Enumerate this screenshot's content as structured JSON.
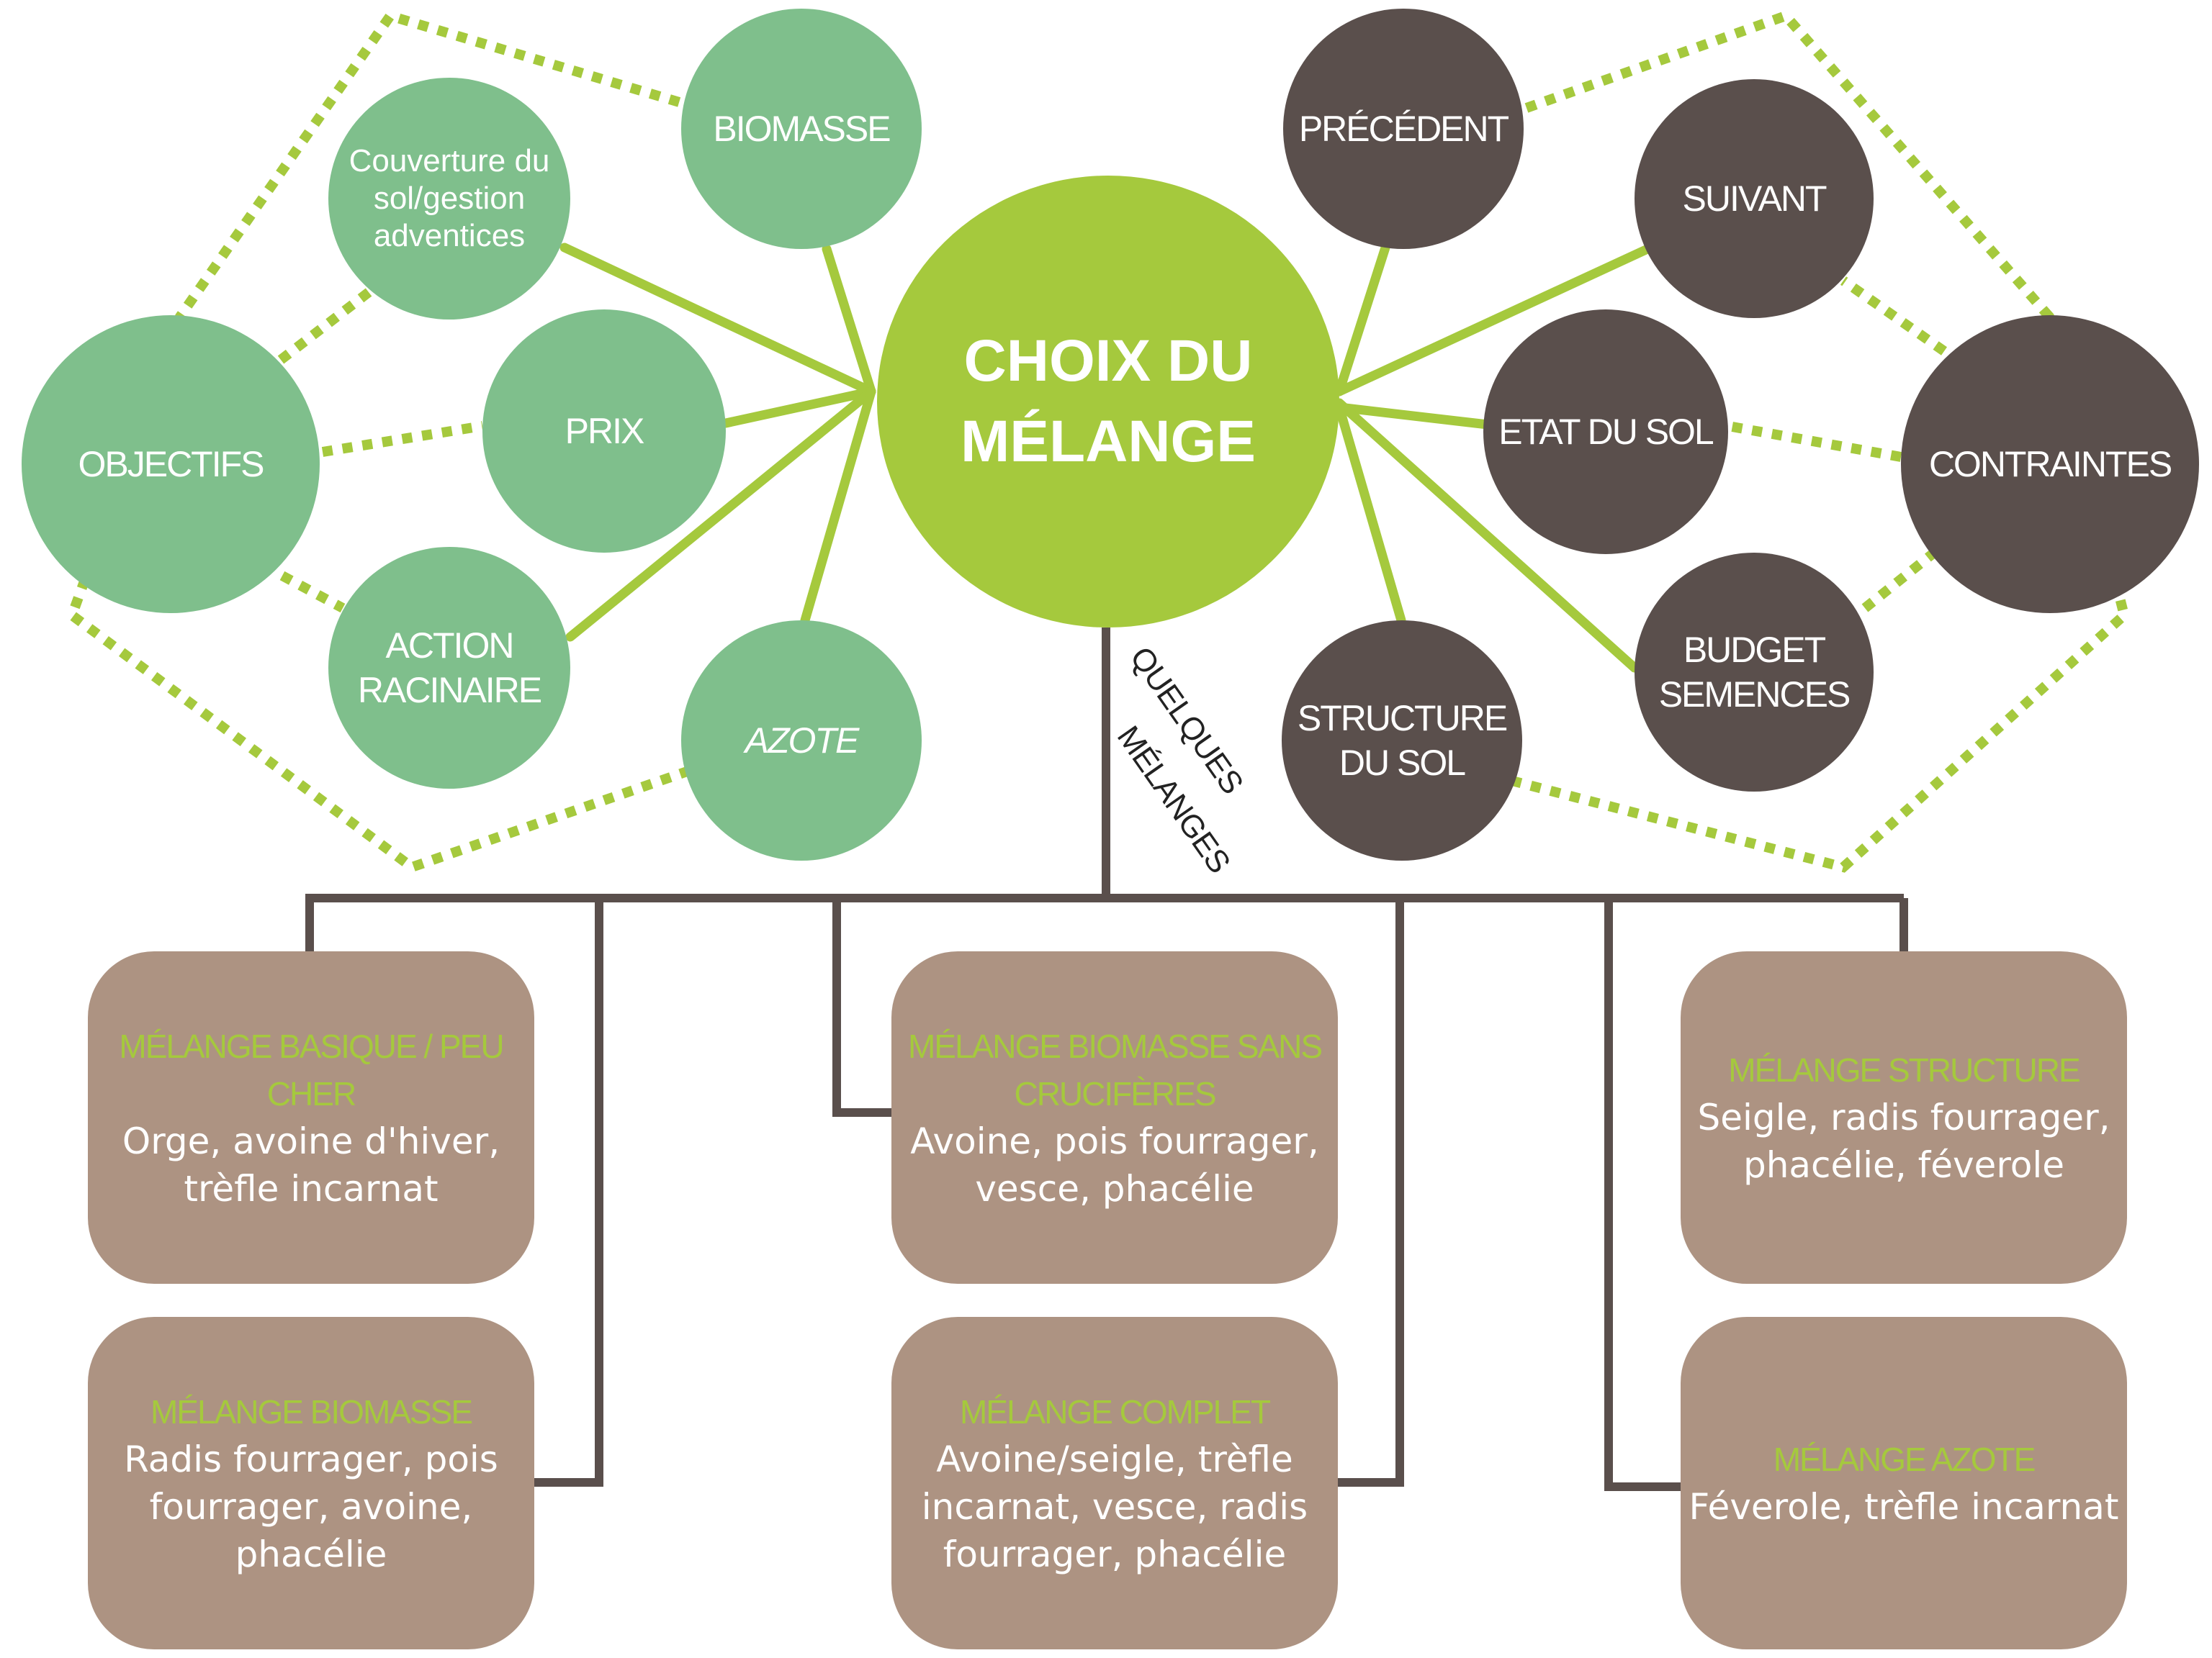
{
  "center": {
    "line1": "CHOIX DU",
    "line2": "MÉLANGE"
  },
  "objectives": {
    "hub": "OBJECTIFS",
    "items": {
      "biomasse": "BIOMASSE",
      "couverture": "Couverture du sol/gestion adventices",
      "prix": "PRIX",
      "action_racinaire": "ACTION RACINAIRE",
      "azote": "AZOTE"
    }
  },
  "constraints": {
    "hub": "CONTRAINTES",
    "items": {
      "precedent": "PRÉCÉDENT",
      "suivant": "SUIVANT",
      "etat_du_sol": "ETAT DU SOL",
      "budget_semences": "BUDGET SEMENCES",
      "structure_du_sol": "STRUCTURE DU SOL"
    }
  },
  "connector_label": {
    "line1": "QUELQUES",
    "line2": "MÉLANGES"
  },
  "mixtures": [
    {
      "title": "MÉLANGE BASIQUE / PEU CHER",
      "species": "Orge, avoine d'hiver, trèfle incarnat"
    },
    {
      "title": "MÉLANGE BIOMASSE",
      "species": "Radis fourrager, pois fourrager, avoine, phacélie"
    },
    {
      "title": "MÉLANGE BIOMASSE SANS CRUCIFÈRES",
      "species": "Avoine, pois fourrager, vesce, phacélie"
    },
    {
      "title": "MÉLANGE COMPLET",
      "species": "Avoine/seigle, trèfle incarnat, vesce, radis fourrager, phacélie"
    },
    {
      "title": "MÉLANGE STRUCTURE",
      "species": "Seigle, radis fourrager, phacélie, féverole"
    },
    {
      "title": "MÉLANGE AZOTE",
      "species": "Féverole, trèfle incarnat"
    }
  ],
  "colors": {
    "objective_green": "#7fbf8c",
    "constraint_brown": "#5a4f4c",
    "center_lime": "#a5c93d",
    "mixture_box": "#ad9382",
    "tree_line": "#5a4f4c"
  }
}
